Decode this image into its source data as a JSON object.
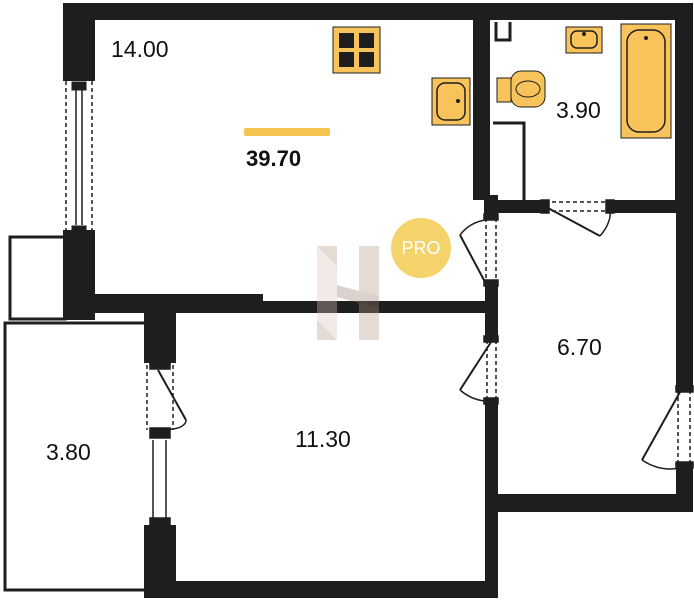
{
  "plan": {
    "total_area": "39.70",
    "rooms": [
      {
        "id": "kitchen-living",
        "area": "14.00"
      },
      {
        "id": "bathroom",
        "area": "3.90"
      },
      {
        "id": "hallway",
        "area": "6.70"
      },
      {
        "id": "bedroom",
        "area": "11.30"
      },
      {
        "id": "loggia",
        "area": "3.80"
      }
    ],
    "badge": "PRO",
    "watermark": "H"
  },
  "colors": {
    "wall": "#1e1e1e",
    "fixture": "#f7c35a",
    "accent": "#f5c451",
    "badge": "#f5d36b"
  },
  "icons": [
    "stove-icon",
    "kitchen-sink-icon",
    "bathroom-sink-icon",
    "toilet-icon",
    "bathtub-icon",
    "window-icon",
    "door-icon",
    "watermark-logo"
  ]
}
